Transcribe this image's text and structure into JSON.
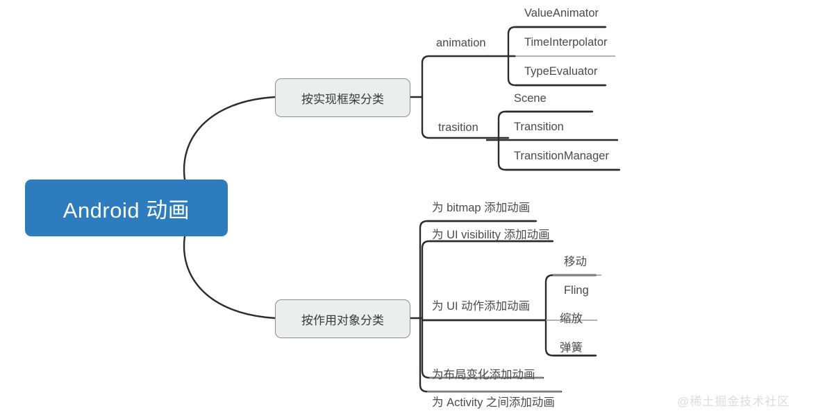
{
  "diagram": {
    "title": "Android 动画",
    "watermark": "@稀土掘金技术社区",
    "colors": {
      "root_fill": "#2d7dbe",
      "root_text": "#ffffff",
      "branch_fill": "#eceded",
      "branch_border": "#8d8d8d",
      "branch_text": "#3a3a3a",
      "leaf_text": "#4a4a4a",
      "wire_dark": "#2b2b2b",
      "wire_light": "#9a9a9a",
      "watermark_text": "#dcdcdc",
      "background": "#ffffff"
    },
    "root": {
      "label": "Android 动画"
    },
    "branches": [
      {
        "label": "按实现框架分类",
        "children": [
          {
            "label": "animation",
            "children": [
              {
                "label": "ValueAnimator"
              },
              {
                "label": "TimeInterpolator"
              },
              {
                "label": "TypeEvaluator"
              }
            ]
          },
          {
            "label": "trasition",
            "children": [
              {
                "label": "Scene"
              },
              {
                "label": "Transition"
              },
              {
                "label": "TransitionManager"
              }
            ]
          }
        ]
      },
      {
        "label": "按作用对象分类",
        "children": [
          {
            "label": "为 bitmap 添加动画",
            "children": []
          },
          {
            "label": "为 UI visibility 添加动画",
            "children": []
          },
          {
            "label": "为 UI 动作添加动画",
            "children": [
              {
                "label": "移动"
              },
              {
                "label": "Fling"
              },
              {
                "label": "缩放"
              },
              {
                "label": "弹簧"
              }
            ]
          },
          {
            "label": "为布局变化添加动画",
            "children": []
          },
          {
            "label": "为 Activity 之间添加动画",
            "children": []
          }
        ]
      }
    ]
  }
}
